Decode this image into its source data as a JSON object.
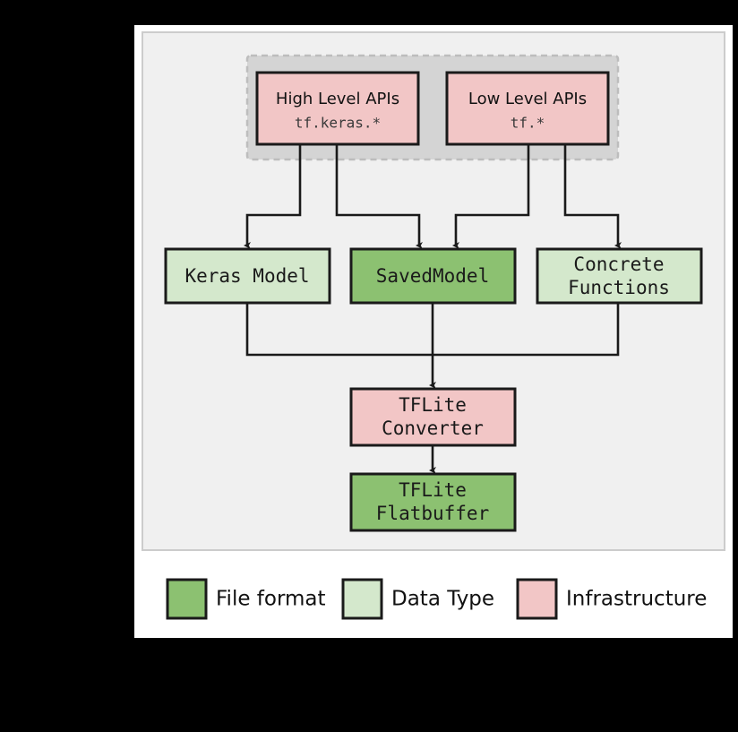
{
  "figure": {
    "background_color": "#000000",
    "card_color": "#ffffff",
    "panel_color": "#f0f0f0",
    "panel_border_color": "#cccccc",
    "group_color": "#d4d4d4",
    "group_border_color": "#bdbdbd",
    "edge_color": "#1a1a1a",
    "border_color": "#1a1a1a"
  },
  "palette": {
    "file_format": "#8cc171",
    "data_type": "#d4e8cc",
    "infrastructure": "#f2c6c6"
  },
  "api_group": {
    "name": "api-group",
    "nodes": [
      {
        "id": "high-level-apis",
        "title": "High Level APIs",
        "subtitle": "tf.keras.*",
        "category": "infrastructure"
      },
      {
        "id": "low-level-apis",
        "title": "Low Level APIs",
        "subtitle": "tf.*",
        "category": "infrastructure"
      }
    ]
  },
  "model_nodes": [
    {
      "id": "keras-model",
      "label": "Keras Model",
      "category": "data_type"
    },
    {
      "id": "saved-model",
      "label": "SavedModel",
      "category": "file_format"
    },
    {
      "id": "concrete-functions",
      "label_line1": "Concrete",
      "label_line2": "Functions",
      "category": "data_type"
    }
  ],
  "pipeline_nodes": [
    {
      "id": "tflite-converter",
      "label_line1": "TFLite",
      "label_line2": "Converter",
      "category": "infrastructure"
    },
    {
      "id": "tflite-flatbuffer",
      "label_line1": "TFLite",
      "label_line2": "Flatbuffer",
      "category": "file_format"
    }
  ],
  "legend": {
    "name": "legend",
    "items": [
      {
        "id": "file-format",
        "label": "File format",
        "color": "#8cc171"
      },
      {
        "id": "data-type",
        "label": "Data Type",
        "color": "#d4e8cc"
      },
      {
        "id": "infrastructure",
        "label": "Infrastructure",
        "color": "#f2c6c6"
      }
    ]
  },
  "edges": [
    {
      "from": "high-level-apis",
      "to": "keras-model"
    },
    {
      "from": "high-level-apis",
      "to": "saved-model"
    },
    {
      "from": "low-level-apis",
      "to": "saved-model"
    },
    {
      "from": "low-level-apis",
      "to": "concrete-functions"
    },
    {
      "from": "keras-model",
      "to": "tflite-converter"
    },
    {
      "from": "saved-model",
      "to": "tflite-converter"
    },
    {
      "from": "concrete-functions",
      "to": "tflite-converter"
    },
    {
      "from": "tflite-converter",
      "to": "tflite-flatbuffer"
    }
  ]
}
